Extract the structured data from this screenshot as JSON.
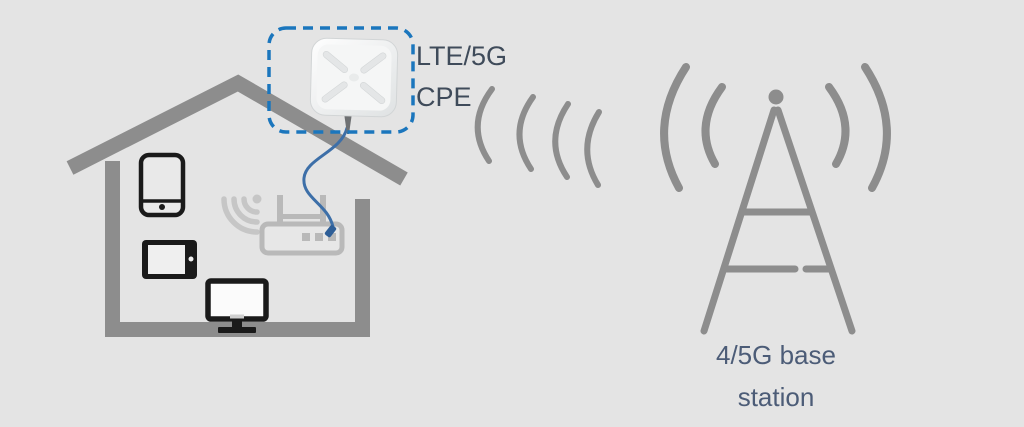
{
  "labels": {
    "cpe_line1": "LTE/5G",
    "cpe_line2": "CPE",
    "station_line1": "4/5G base",
    "station_line2": "station"
  },
  "colors": {
    "bg": "#e4e4e4",
    "gray": "#8d8d8d",
    "router": "#b9b9b9",
    "wifi": "#c6c6c6",
    "black": "#1a1a1a",
    "blue_dash": "#1b76bd",
    "cable": "#3d6fa8",
    "text_dark": "#3f4b5a",
    "text_blue": "#4c5c77",
    "cpe_white": "#f5f6f6"
  },
  "icons": [
    {
      "name": "house-icon",
      "depicts": "house outline with roof, walls and floor"
    },
    {
      "name": "smartphone-icon",
      "depicts": "smartphone with home button"
    },
    {
      "name": "tablet-icon",
      "depicts": "tablet in landscape with side button"
    },
    {
      "name": "desktop-computer-icon",
      "depicts": "desktop monitor on stand"
    },
    {
      "name": "wifi-signal-icon",
      "depicts": "wi-fi arcs radiating from dot"
    },
    {
      "name": "router-icon",
      "depicts": "wireless router with two antennas and LEDs"
    },
    {
      "name": "cpe-antenna-icon",
      "depicts": "white outdoor CPE panel antenna with X ridges"
    },
    {
      "name": "cpe-highlight-box",
      "depicts": "blue dashed rounded highlight box"
    },
    {
      "name": "ethernet-cable",
      "depicts": "blue cable from CPE to router"
    },
    {
      "name": "signal-waves-icon",
      "depicts": "four radio signal arcs"
    },
    {
      "name": "base-station-tower-icon",
      "depicts": "A-frame antenna tower with signal arcs"
    }
  ]
}
